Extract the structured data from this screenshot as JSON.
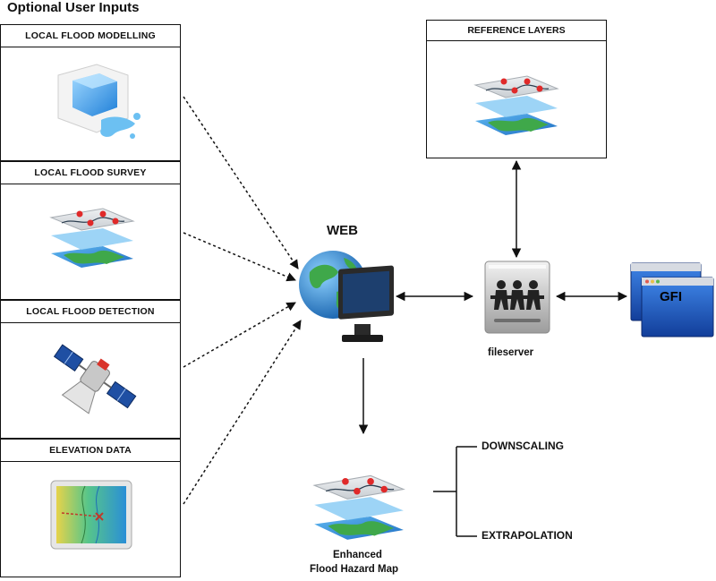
{
  "title": "Optional User Inputs",
  "inputs": [
    {
      "label": "LOCAL FLOOD MODELLING",
      "icon": "water-cube-icon"
    },
    {
      "label": "LOCAL FLOOD SURVEY",
      "icon": "map-layers-icon"
    },
    {
      "label": "LOCAL FLOOD DETECTION",
      "icon": "satellite-icon"
    },
    {
      "label": "ELEVATION DATA",
      "icon": "elevation-map-icon"
    }
  ],
  "reference": {
    "label": "REFERENCE LAYERS",
    "icon": "map-layers-icon"
  },
  "web": {
    "label": "WEB",
    "icon": "globe-monitor-icon"
  },
  "fileserver": {
    "label": "fileserver",
    "icon": "fileserver-icon"
  },
  "gfi": {
    "label": "GFI",
    "icon": "application-windows-icon"
  },
  "output": {
    "line1": "Enhanced",
    "line2": "Flood Hazard Map",
    "icon": "map-layers-icon"
  },
  "methods": {
    "downscaling": "DOWNSCALING",
    "extrapolation": "EXTRAPOLATION"
  },
  "colors": {
    "water": "#2f86d6",
    "land": "#3fa84a",
    "pin": "#e02a2a",
    "window": "#1c5fc6"
  }
}
